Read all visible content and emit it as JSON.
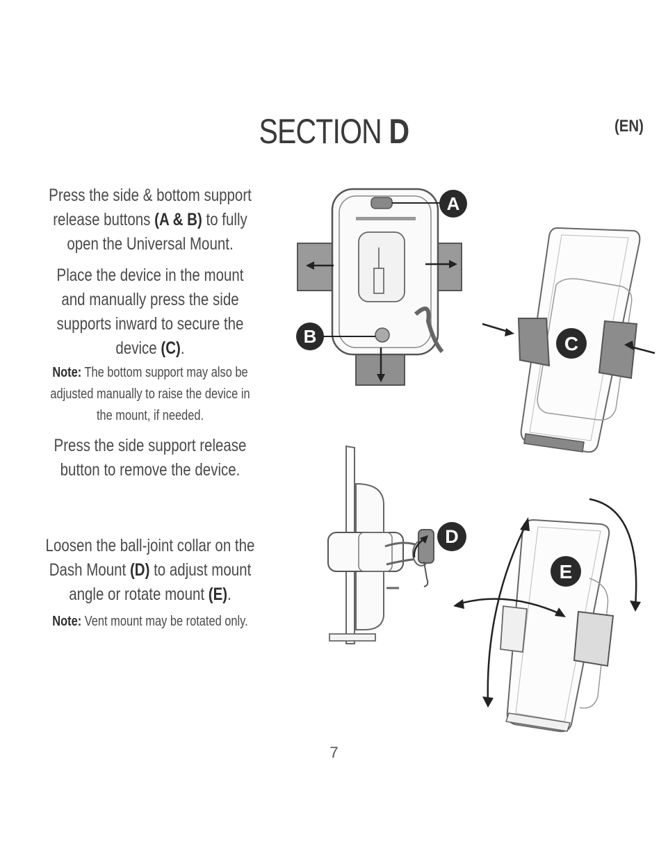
{
  "header": {
    "section_word": "SECTION",
    "section_letter": "D",
    "language": "(EN)"
  },
  "instructions": {
    "step1": {
      "pre": "Press the side & bottom support release buttons ",
      "bold": "(A & B)",
      "post": " to fully open the Universal Mount."
    },
    "step2": {
      "pre": "Place the device in the mount and manually press the side supports inward to secure the device ",
      "bold": "(C)",
      "post": "."
    },
    "note1": {
      "label": "Note:",
      "text": " The bottom support may also be adjusted manually to raise the device in the mount, if needed."
    },
    "step3": {
      "text": "Press the side support release button to remove the device."
    },
    "step4": {
      "pre": "Loosen the ball-joint collar on the Dash Mount ",
      "bold": "(D)",
      "mid": " to adjust mount angle or rotate mount ",
      "bold2": "(E)",
      "post": "."
    },
    "note2": {
      "label": "Note:",
      "text": " Vent mount may be rotated only."
    }
  },
  "callouts": {
    "a": "A",
    "b": "B",
    "c": "C",
    "d": "D",
    "e": "E"
  },
  "page_number": "7"
}
